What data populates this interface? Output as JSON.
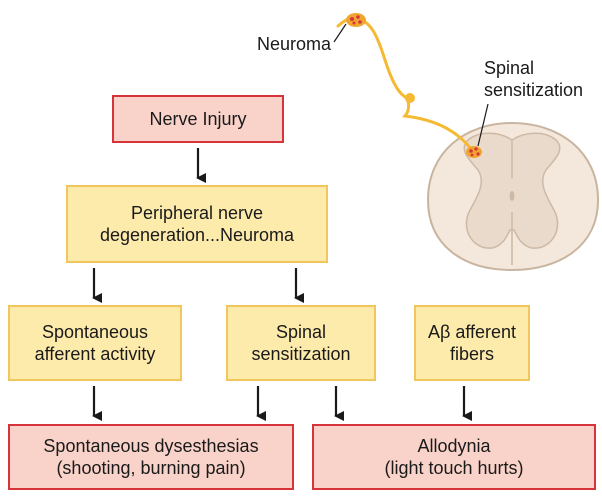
{
  "boxes": {
    "nerve_injury": "Nerve Injury",
    "degeneration": "Peripheral nerve\ndegeneration...Neuroma",
    "spontaneous_activity": "Spontaneous\nafferent activity",
    "spinal_sensitization": "Spinal\nsensitization",
    "ab_fibers": "Aβ afferent\nfibers",
    "dysesthesias": "Spontaneous dysesthesias\n(shooting, burning pain)",
    "allodynia": "Allodynia\n(light touch hurts)"
  },
  "illustration": {
    "neuroma_label": "Neuroma",
    "spinal_label_line1": "Spinal",
    "spinal_label_line2": "sensitization"
  },
  "colors": {
    "red_fill": "#f9d3c9",
    "red_border": "#d6343a",
    "yellow_fill": "#fdebac",
    "yellow_border": "#f1c75d",
    "nerve": "#f5b933",
    "cord": "#f3e6d9"
  }
}
